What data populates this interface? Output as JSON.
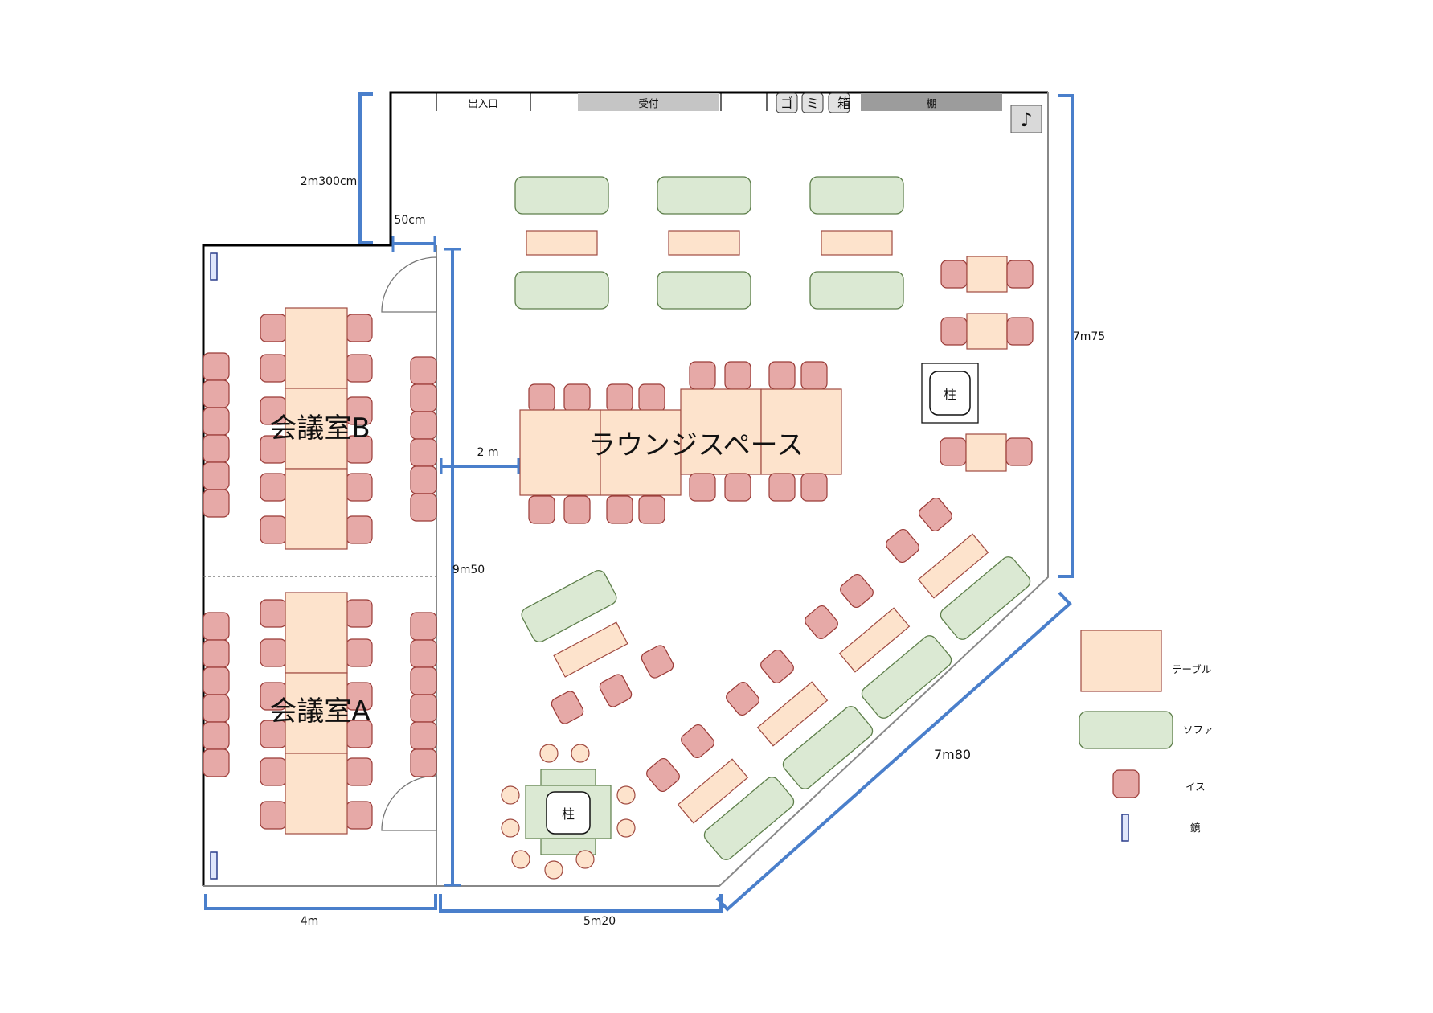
{
  "rooms": {
    "meeting_b": "会議室B",
    "meeting_a": "会議室A",
    "lounge": "ラウンジスペース"
  },
  "top_wall": {
    "entrance": "出入口",
    "reception": "受付",
    "trash": [
      "ゴ",
      "ミ",
      "箱"
    ],
    "shelf": "棚",
    "music_icon": "♪"
  },
  "pillars": {
    "pillar_1": "柱",
    "pillar_2": "柱"
  },
  "dimensions": {
    "upper_left_height": "2m300cm",
    "notch_width": "50cm",
    "lounge_gap": "2 m",
    "inner_height": "9m50",
    "right_height": "7m75",
    "diagonal": "7m80",
    "meeting_width": "4m",
    "lounge_width": "5m20"
  },
  "legend": {
    "table": "テーブル",
    "sofa": "ソファ",
    "chair": "イス",
    "mirror": "鏡"
  },
  "colors": {
    "table": "#fde3cc",
    "sofa": "#dbe9d3",
    "chair": "#e6a9a7",
    "dimension_line": "#4a7fcb",
    "mirror": "#dfe6fb"
  }
}
